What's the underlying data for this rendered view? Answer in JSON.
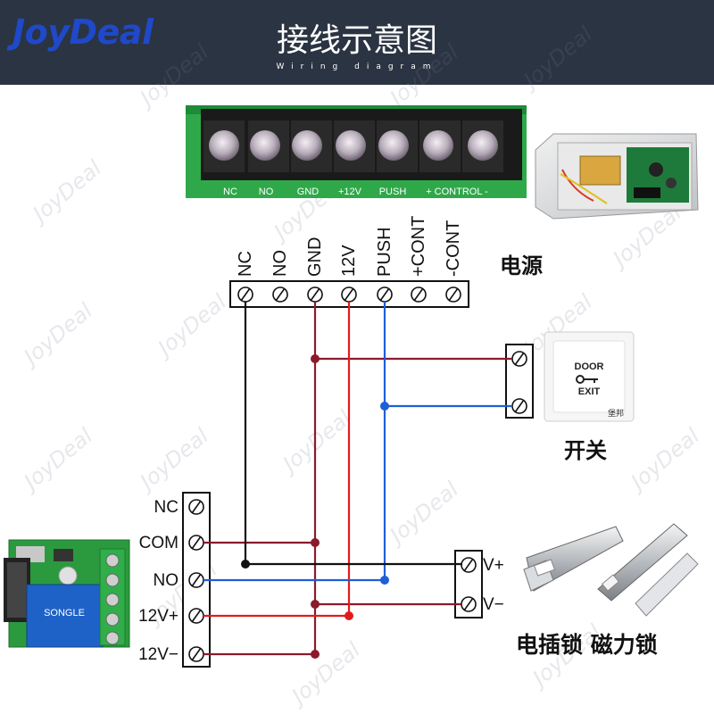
{
  "header": {
    "brand": "JoyDeal",
    "title": "接线示意图",
    "subtitle": "Wiring diagram"
  },
  "watermark": "JoyDeal",
  "board": {
    "labels": [
      "NC",
      "NO",
      "GND",
      "+12V",
      "PUSH",
      "+ CONTROL -"
    ]
  },
  "power": {
    "terminals": [
      "NC",
      "NO",
      "GND",
      "12V",
      "PUSH",
      "+CONT",
      "-CONT"
    ],
    "label": "电源"
  },
  "switch": {
    "label": "开关",
    "button_line1": "DOOR",
    "button_line2": "EXIT",
    "brand": "堡邦"
  },
  "receiver": {
    "terminals": [
      "NC",
      "COM",
      "NO",
      "12V+",
      "12V−"
    ]
  },
  "lock": {
    "terminals": [
      "V+",
      "V−"
    ],
    "label": "电插锁 磁力锁"
  },
  "colors": {
    "header": "#2b3442",
    "wire_dark": "#8b1a2b",
    "wire_red": "#e11b1b",
    "wire_blue": "#1f5fd6",
    "wire_black": "#111111",
    "pcb_green": "#2fa84a"
  }
}
